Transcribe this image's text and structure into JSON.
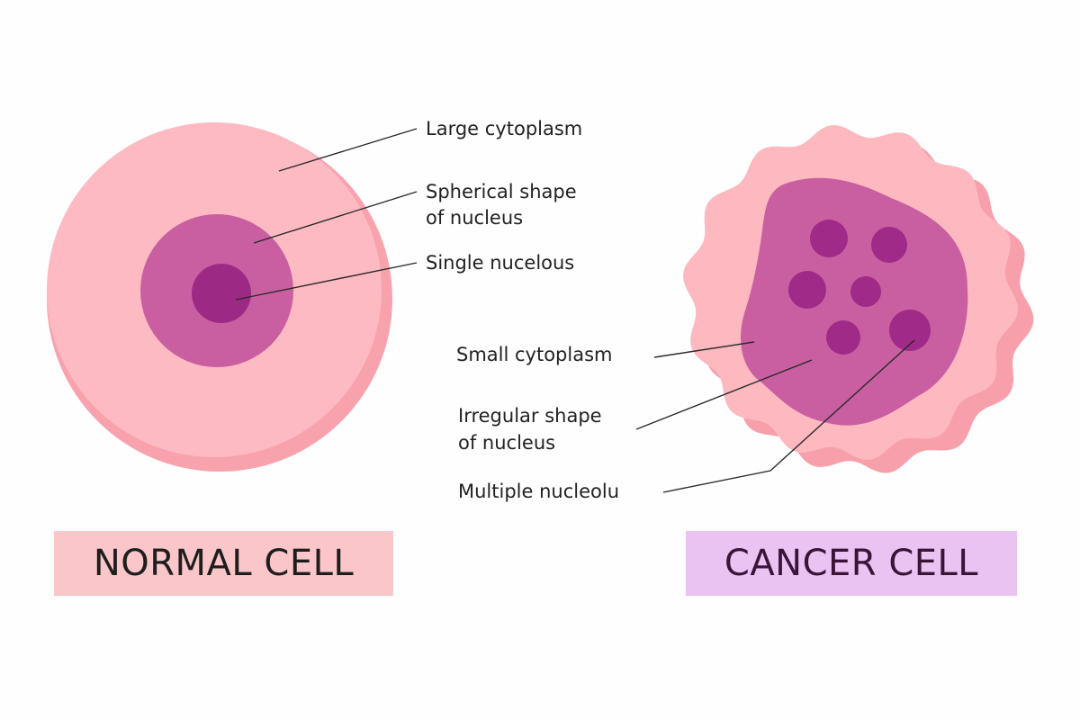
{
  "normal": {
    "title": "NORMAL CELL",
    "labels": [
      "Large cytoplasm",
      "Spherical shape",
      "of nucleus",
      "Single nucelous"
    ]
  },
  "cancer": {
    "title": "CANCER CELL",
    "labels": [
      "Small cytoplasm",
      "Irregular shape",
      "of nucleus",
      "Multiple nucleolu"
    ]
  },
  "colors": {
    "cytoplasm": "#fdbac2",
    "cytoplasm_rim": "#f8a2ad",
    "nucleus": "#c95fa1",
    "nucleolus": "#a02a88",
    "normal_box": "#fbc6ca",
    "cancer_box": "#eac3f3"
  }
}
